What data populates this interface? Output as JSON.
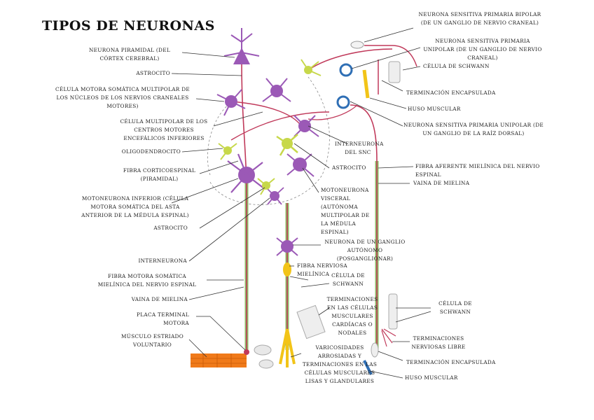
{
  "title": "TIPOS DE NEURONAS",
  "labels": {
    "neurona_piramidal": "NEURONA PIRAMIDAL (DEL CÓRTEX CEREBRAL)",
    "astrocito_1": "ASTROCITO",
    "celula_motora_somatica": "CÉLULA MOTORA SOMÁTICA MULTIPOLAR DE LOS NÚCLEOS DE LOS NERVIOS CRANEALES MOTORES)",
    "celula_multipolar_centros": "CÉLULA MULTIPOLAR DE LOS CENTROS MOTORES ENCEFÁLICOS INFERIORES",
    "oligodendrocito": "OLIGODENDROCITO",
    "fibra_corticoespinal": "FIBRA CORTICOESPINAL (PIRAMIDAL)",
    "motoneurona_inferior": "MOTONEURONA INFERIOR (CÉLULA MOTORA SOMÁTICA DEL ASTA ANTERIOR DE LA MÉDULA ESPINAL)",
    "astrocito_2": "ASTROCITO",
    "interneurona_1": "INTERNEURONA",
    "fibra_motora_somatica": "FIBRA MOTORA SOMÁTICA MIELÍNICA DEL NERVIO ESPINAL",
    "vaina_mielina_1": "VAINA DE MIELINA",
    "placa_terminal": "PLACA TERMINAL MOTORA",
    "musculo_estriado": "MÚSCULO ESTRIADO VOLUNTARIO",
    "neurona_bipolar": "NEURONA SENSITIVA PRIMARIA BIPOLAR (DE UN GANGLIO DE NERVIO CRANEAL)",
    "neurona_unipolar_craneal": "NEURONA SENSITIVA PRIMARIA UNIPOLAR (DE UN GANGLIO DE NERVIO CRANEAL)",
    "celula_schwann_1": "CÉLULA DE SCHWANN",
    "terminacion_encapsulada_1": "TERMINACIÓN ENCAPSULADA",
    "huso_muscular_1": "HUSO MUSCULAR",
    "neurona_unipolar_raiz": "NEURONA SENSITIVA PRIMARIA UNIPOLAR (DE UN GANGLIO DE LA RAÍZ DORSAL)",
    "interneurona_snc": "INTERNEURONA DEL SNC",
    "astrocito_3": "ASTROCITO",
    "fibra_aferente": "FIBRA AFERENTE MIELÍNICA DEL NERVIO ESPINAL",
    "vaina_mielina_2": "VAINA DE MIELINA",
    "motoneurona_visceral": "MOTONEURONA VISCERAL (AUTÓNOMA MULTIPOLAR DE LA MÉDULA ESPINAL)",
    "neurona_ganglio_autonomo": "NEURONA DE UN GANGLIO AUTÓNOMO (POSGANGLIONAR)",
    "fibra_nerviosa_mielinica": "FIBRA NERVIOSA MIELÍNICA",
    "celula_schwann_2": "CÉLULA DE SCHWANN",
    "terminaciones_cardiacas": "TERMINACIONES EN LAS CÉLULAS MUSCULARES CARDÍACAS O NODALES",
    "varicosidades": "VARICOSIDADES ARROSIADAS Y TERMINACIONES EN LAS CÉLULAS MUSCULARES LISAS Y GLANDULARES",
    "celula_schwann_3": "CÉLULA DE SCHWANN",
    "terminaciones_libres": "TERMINACIONES NERVIOSAS LIBRE",
    "terminacion_encapsulada_2": "TERMINACIÓN ENCAPSULADA",
    "huso_muscular_2": "HUSO MUSCULAR"
  },
  "colors": {
    "neuron": "#9b59b6",
    "astrocyte": "#c7d84a",
    "axon": "#c0395a",
    "myelin": "#8fbf6a",
    "schwann": "#2f6fb5",
    "muscle": "#f07a1a",
    "yellow": "#f2c418",
    "leader": "#333333"
  }
}
